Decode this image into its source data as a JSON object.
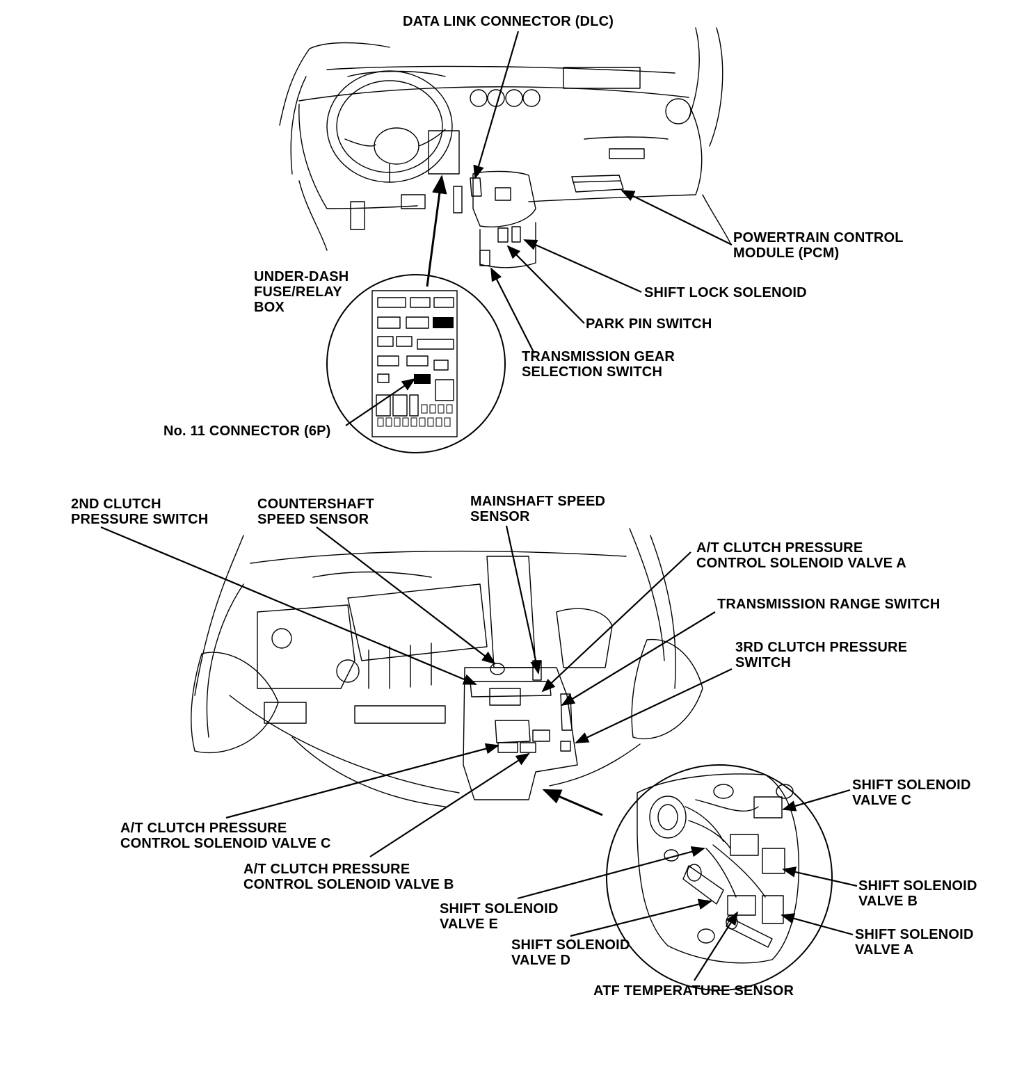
{
  "labels": {
    "dlc": "DATA LINK CONNECTOR (DLC)",
    "pcm": [
      "POWERTRAIN CONTROL",
      "MODULE (PCM)"
    ],
    "under_dash": [
      "UNDER-DASH",
      "FUSE/RELAY",
      "BOX"
    ],
    "shift_lock": "SHIFT LOCK SOLENOID",
    "park_pin": "PARK PIN SWITCH",
    "gear_selection": [
      "TRANSMISSION GEAR",
      "SELECTION SWITCH"
    ],
    "no11": "No. 11 CONNECTOR (6P)",
    "second_clutch": [
      "2ND CLUTCH",
      "PRESSURE SWITCH"
    ],
    "countershaft": [
      "COUNTERSHAFT",
      "SPEED SENSOR"
    ],
    "mainshaft": [
      "MAINSHAFT SPEED",
      "SENSOR"
    ],
    "at_valve_a": [
      "A/T CLUTCH PRESSURE",
      "CONTROL SOLENOID VALVE A"
    ],
    "range_switch": "TRANSMISSION RANGE SWITCH",
    "third_clutch": [
      "3RD CLUTCH PRESSURE",
      "SWITCH"
    ],
    "at_valve_c": [
      "A/T CLUTCH PRESSURE",
      "CONTROL SOLENOID VALVE C"
    ],
    "at_valve_b": [
      "A/T CLUTCH PRESSURE",
      "CONTROL SOLENOID VALVE B"
    ],
    "shift_c": [
      "SHIFT SOLENOID",
      "VALVE C"
    ],
    "shift_b": [
      "SHIFT SOLENOID",
      "VALVE B"
    ],
    "shift_a": [
      "SHIFT SOLENOID",
      "VALVE A"
    ],
    "shift_e": [
      "SHIFT SOLENOID",
      "VALVE E"
    ],
    "shift_d": [
      "SHIFT SOLENOID",
      "VALVE D"
    ],
    "atf_temp": "ATF TEMPERATURE SENSOR"
  }
}
